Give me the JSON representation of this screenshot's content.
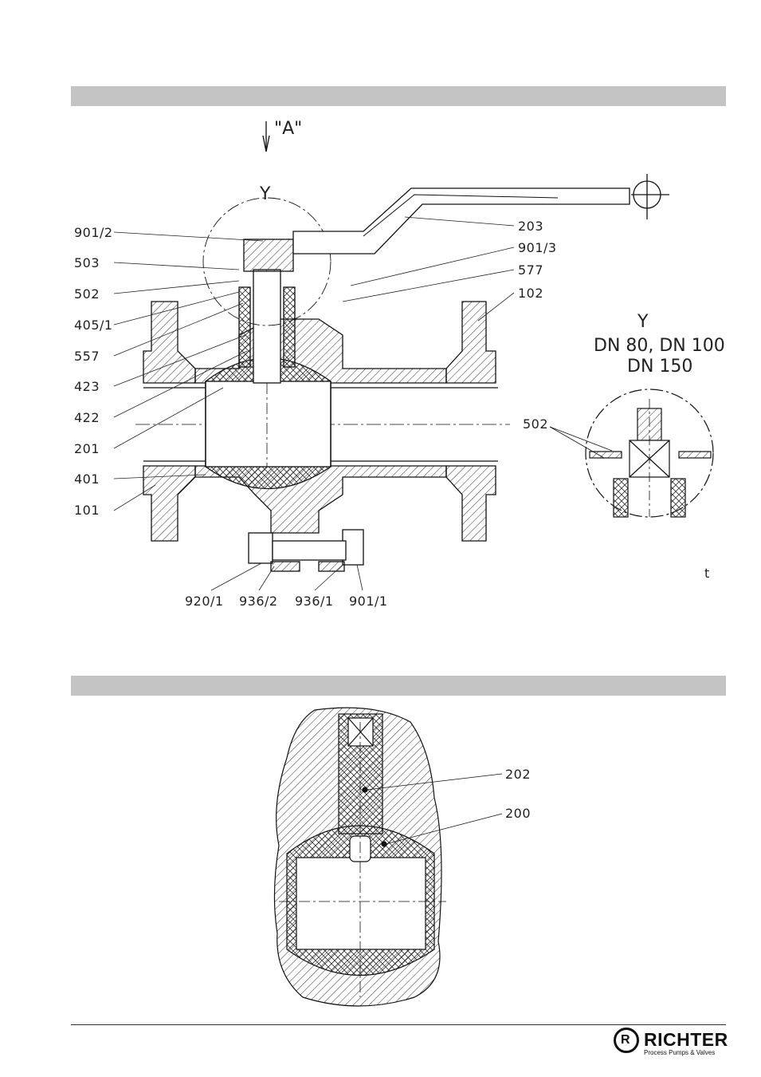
{
  "section_bars": [
    "",
    ""
  ],
  "view_marker": "\"A\"",
  "detail_marker": "Y",
  "detail_title": "Y",
  "detail_sizes_1": "DN 80, DN 100",
  "detail_sizes_2": "DN 150",
  "labels_left": [
    "901/2",
    "503",
    "502",
    "405/1",
    "557",
    "423",
    "422",
    "201",
    "401",
    "101"
  ],
  "labels_right": [
    "203",
    "901/3",
    "577",
    "102"
  ],
  "labels_bottom": [
    "920/1",
    "936/2",
    "936/1",
    "901/1"
  ],
  "detail_label": "502",
  "ball_labels": [
    "202",
    "200"
  ],
  "small_mark": "t",
  "logo": {
    "mark": "R",
    "name": "RICHTER",
    "tagline": "Process Pumps & Valves"
  },
  "colors": {
    "band": "#c4c4c4",
    "ink": "#111111"
  }
}
